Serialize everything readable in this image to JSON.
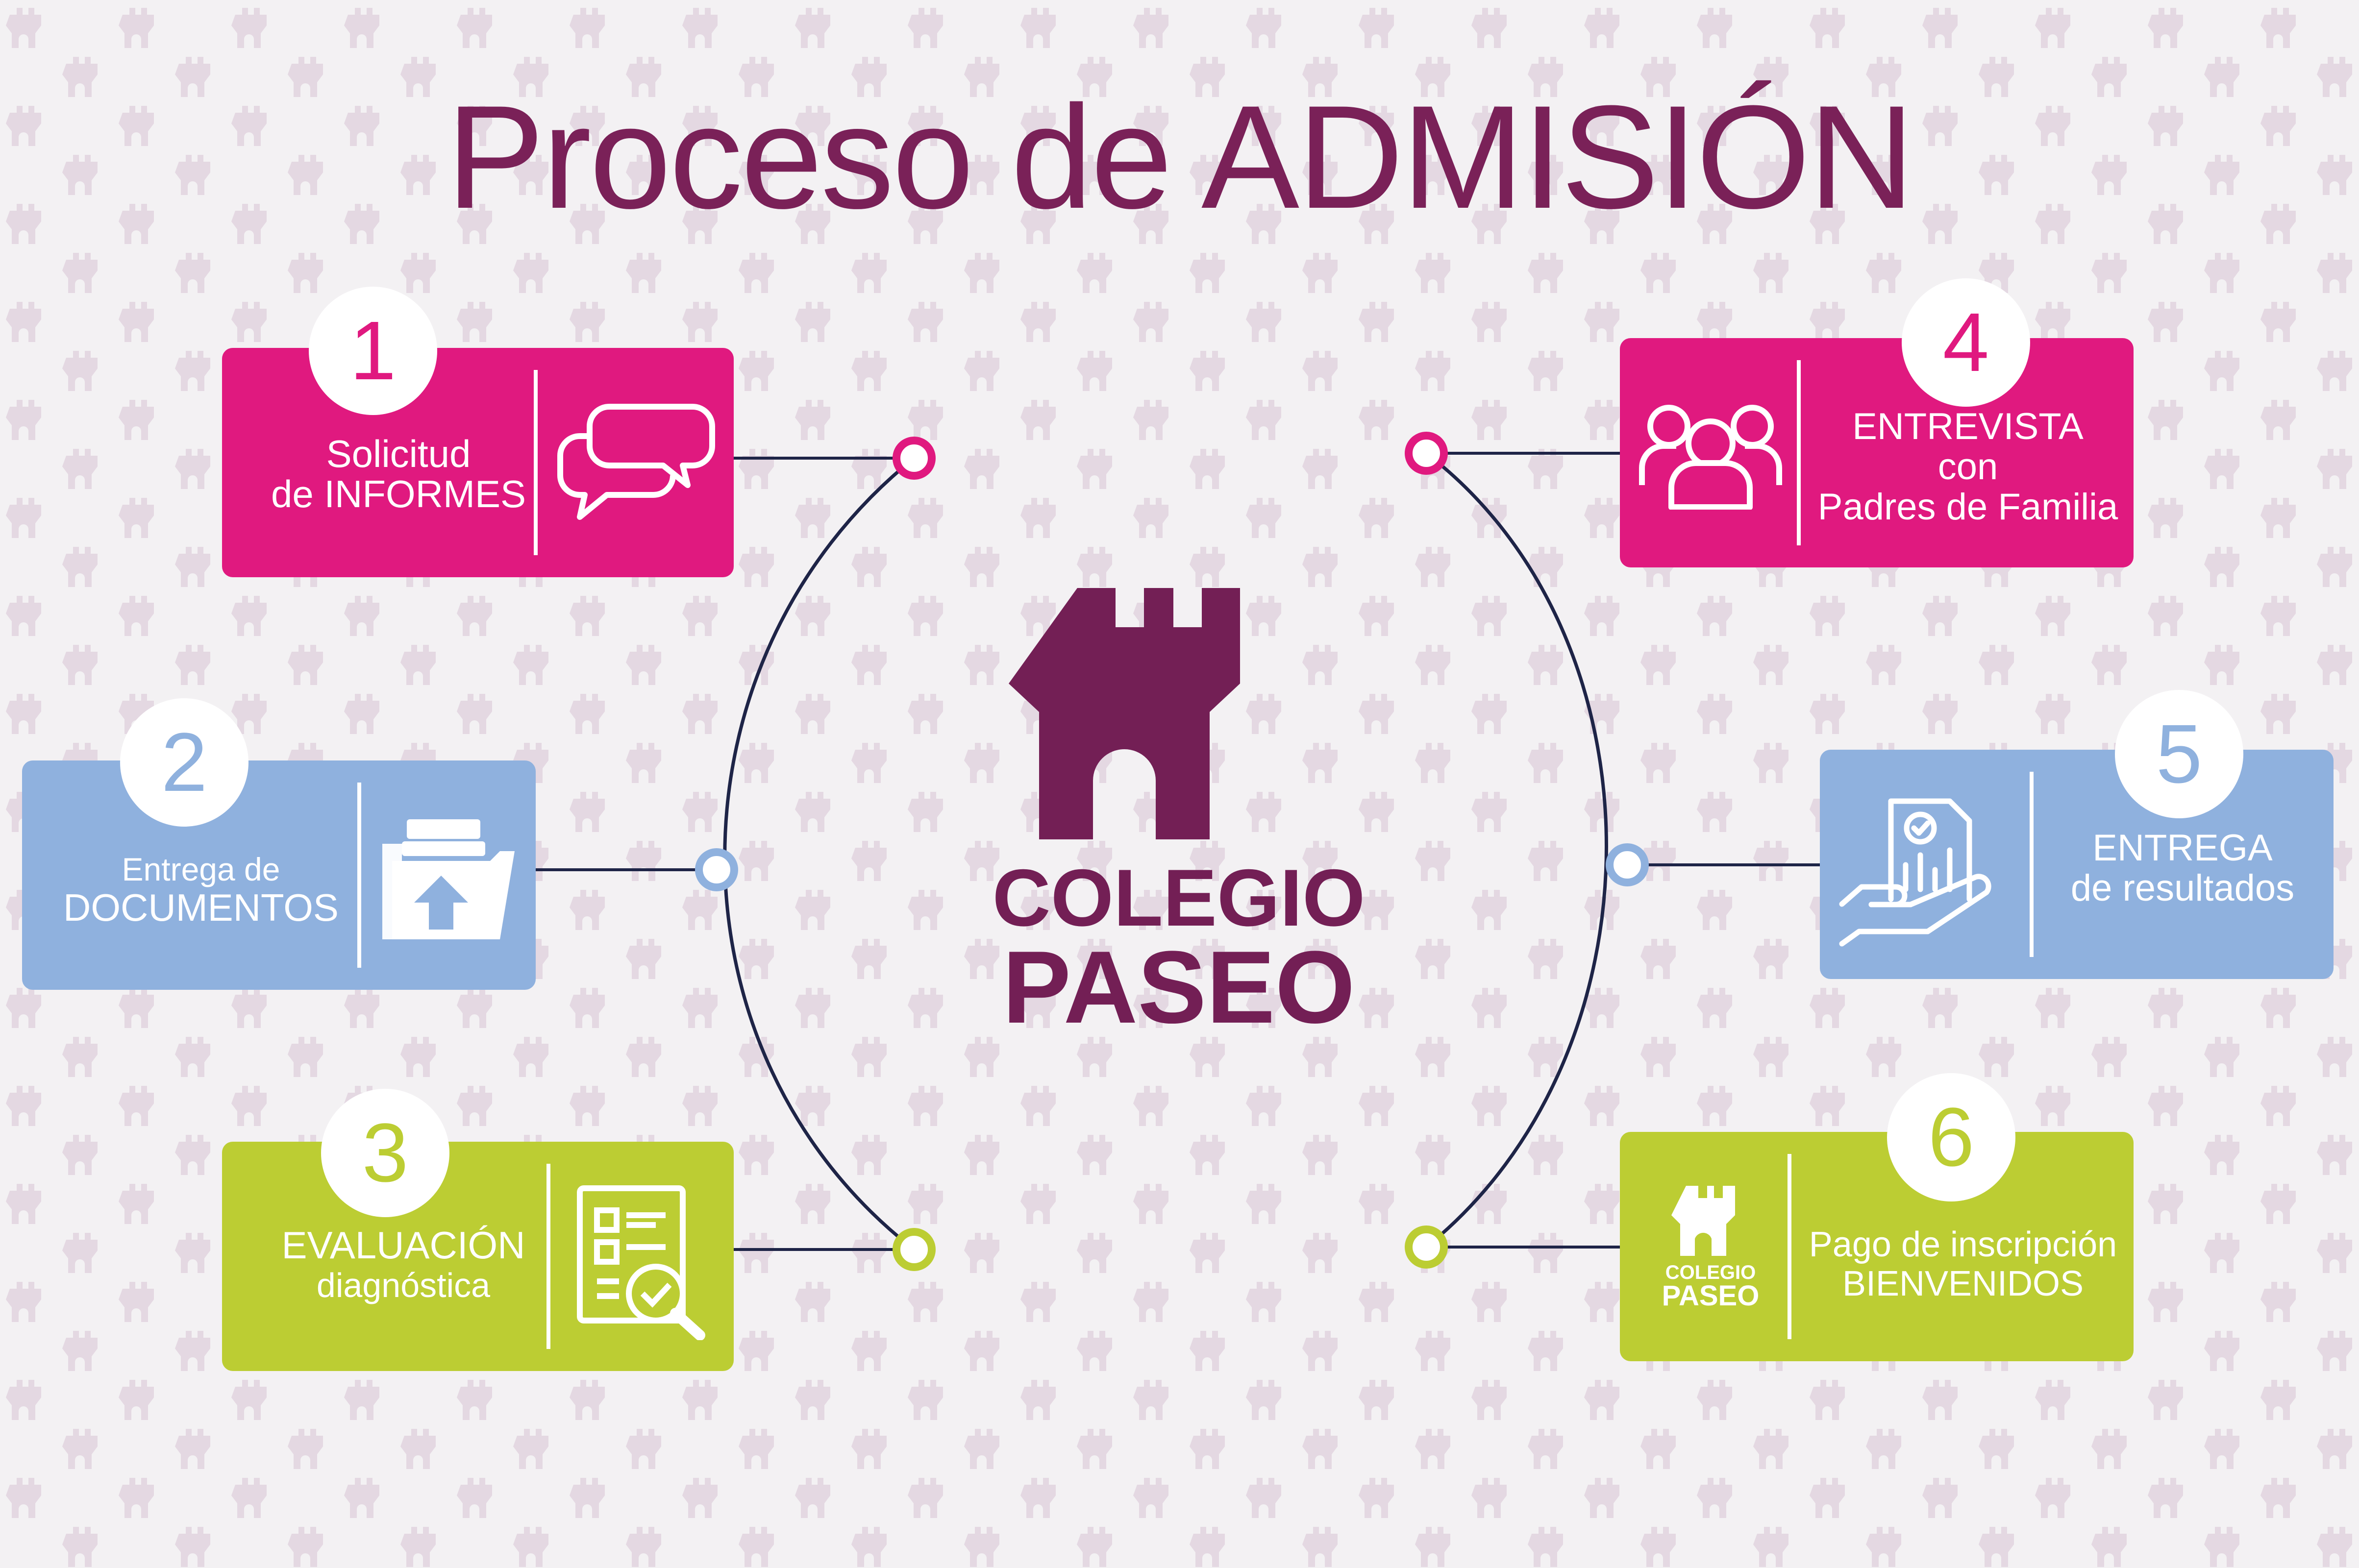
{
  "title": "Proceso de ADMISIÓN",
  "colors": {
    "title": "#7a2158",
    "pink": "#e0197f",
    "blue": "#8fb1de",
    "green": "#bccd33",
    "logo": "#731f55",
    "arc": "#1e2447",
    "pattern": "#e2d5e0"
  },
  "logo": {
    "line1": "COLEGIO",
    "line2": "PASEO",
    "icon": "castle-tower-icon"
  },
  "steps": [
    {
      "number": "1",
      "color": "pink",
      "lines": [
        "Solicitud",
        "de INFORMES"
      ],
      "icon": "chat-bubbles-icon"
    },
    {
      "number": "2",
      "color": "blue",
      "lines": [
        "Entrega de",
        "DOCUMENTOS"
      ],
      "icon": "folder-upload-icon"
    },
    {
      "number": "3",
      "color": "green",
      "lines": [
        "EVALUACIÓN",
        "diagnóstica"
      ],
      "icon": "checklist-magnifier-icon"
    },
    {
      "number": "4",
      "color": "pink",
      "lines": [
        "ENTREVISTA",
        "con",
        "Padres de Familia"
      ],
      "icon": "group-people-icon"
    },
    {
      "number": "5",
      "color": "blue",
      "lines": [
        "ENTREGA",
        "de resultados"
      ],
      "icon": "hand-report-icon"
    },
    {
      "number": "6",
      "color": "green",
      "lines": [
        "Pago de inscripción",
        "BIENVENIDOS"
      ],
      "icon": "colegio-paseo-logo-icon",
      "logo_lines": [
        "COLEGIO",
        "PASEO"
      ]
    }
  ]
}
